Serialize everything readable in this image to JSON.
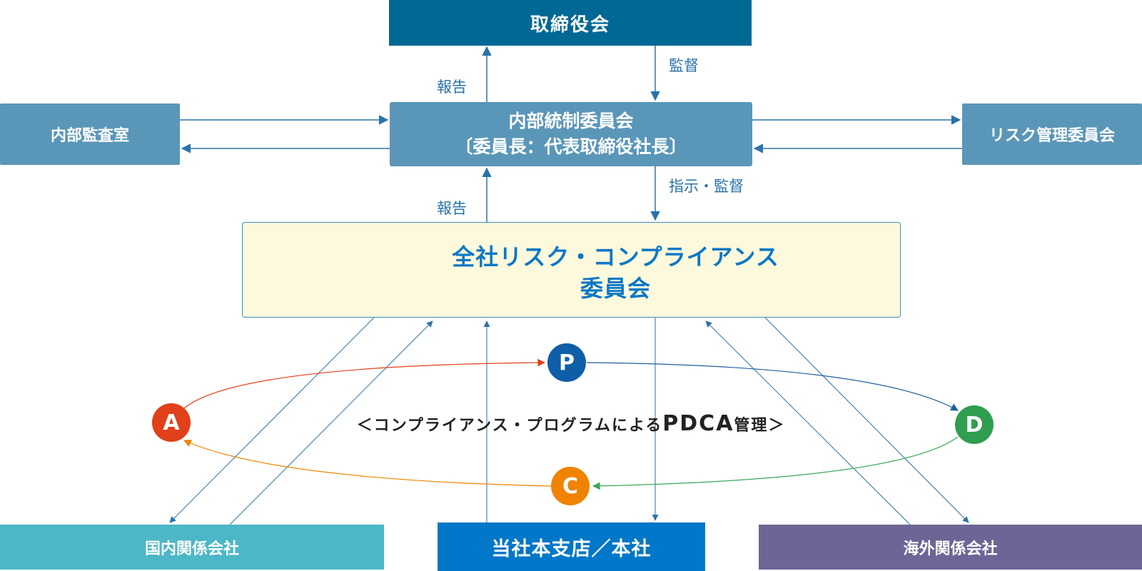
{
  "boxes": {
    "board": "取締役会",
    "internal_audit": "内部監査室",
    "internal_control_line1": "内部統制委員会",
    "internal_control_line2": "〔委員長：代表取締役社長〕",
    "risk_committee": "リスク管理委員会",
    "compliance_line1": "全社リスク・コンプライアンス",
    "compliance_line2": "委員会",
    "domestic": "国内関係会社",
    "headquarters": "当社本支店／本社",
    "overseas": "海外関係会社"
  },
  "labels": {
    "report_upper": "報告",
    "supervise": "監督",
    "report_lower": "報告",
    "instruct_supervise": "指示・監督"
  },
  "pdca": {
    "label_prefix": "＜コンプライアンス・プログラムによる",
    "label_pdca": "PDCA",
    "label_suffix": "管理＞",
    "p": "P",
    "d": "D",
    "c": "C",
    "a": "A"
  },
  "icon": "meeting-people-icon",
  "colors": {
    "board": "#006894",
    "committee": "#5a96b8",
    "compliance_bg": "#fdf9dc",
    "compliance_text": "#0b78c6",
    "domestic": "#4cb7c6",
    "headquarters": "#0077c8",
    "overseas": "#6d6595",
    "arrow": "#2a72a8",
    "p": "#0f5fa8",
    "d": "#2f9e4f",
    "c": "#f08300",
    "a": "#e0401a"
  }
}
